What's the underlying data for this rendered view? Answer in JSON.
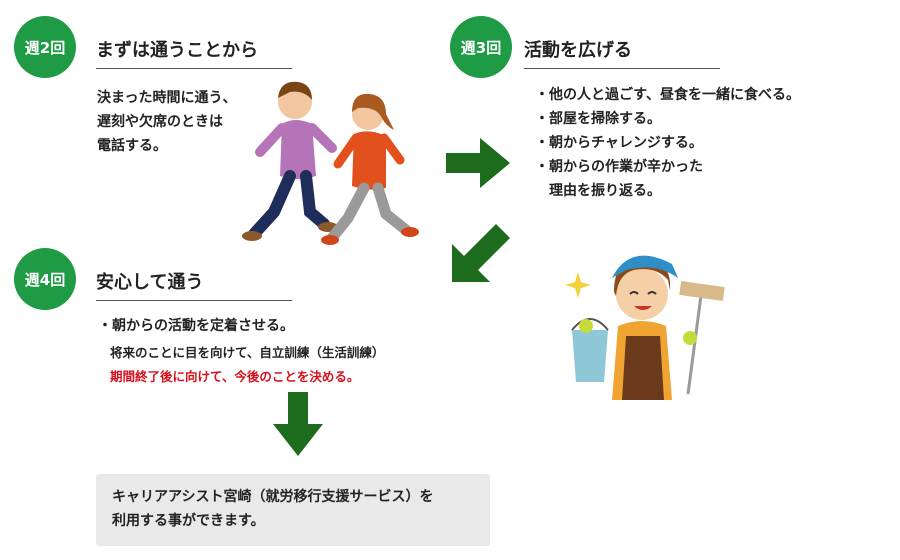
{
  "steps": [
    {
      "badge": "週2回",
      "title": "まずは通うことから",
      "lines": [
        "決まった時間に通う、",
        "遅刻や欠席のときは",
        "電話する。"
      ]
    },
    {
      "badge": "週3回",
      "title": "活動を広げる",
      "bullets": [
        "・他の人と過ごす、昼食を一緒に食べる。",
        "・部屋を掃除する。",
        "・朝からチャレンジする。",
        "・朝からの作業が辛かった",
        "　理由を振り返る。"
      ]
    },
    {
      "badge": "週4回",
      "title": "安心して通う",
      "bullets": [
        "・朝からの活動を定着させる。"
      ],
      "sub_note": "将来のことに目を向けて、自立訓練（生活訓練）",
      "highlight_note": "期間終了後に向けて、今後のことを決める。"
    }
  ],
  "result": {
    "lines": [
      "キャリアアシスト宮崎（就労移行支援サービス）を",
      "利用する事ができます。"
    ]
  },
  "colors": {
    "badge": "#1f9a45",
    "arrow": "#1d6b1d",
    "highlight": "#d8101c",
    "callout_bg": "#e9e9e9"
  },
  "icons": [
    "right-arrow-icon",
    "down-left-arrow-icon",
    "down-arrow-icon",
    "walking-people-illustration",
    "cleaning-woman-illustration",
    "sparkle-icon"
  ]
}
